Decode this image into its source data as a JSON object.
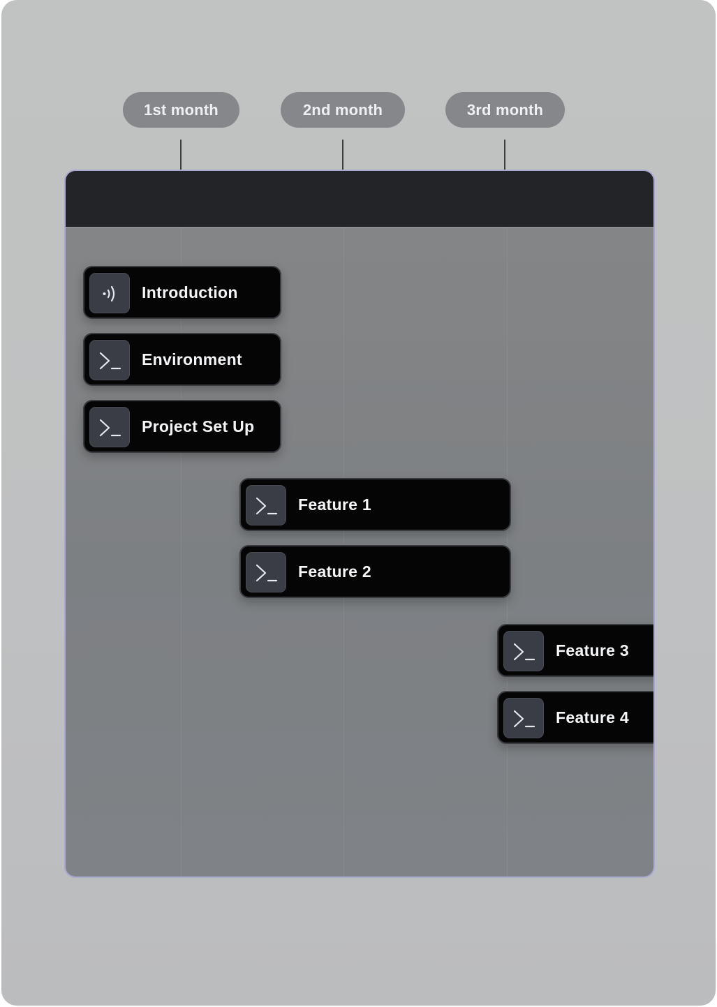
{
  "timeline": {
    "months": [
      "1st month",
      "2nd month",
      "3rd month"
    ]
  },
  "tasks": [
    {
      "label": "Introduction",
      "icon": "broadcast-icon"
    },
    {
      "label": "Environment",
      "icon": "terminal-icon"
    },
    {
      "label": "Project Set Up",
      "icon": "terminal-icon"
    },
    {
      "label": "Feature 1",
      "icon": "terminal-icon"
    },
    {
      "label": "Feature 2",
      "icon": "terminal-icon"
    },
    {
      "label": "Feature 3",
      "icon": "terminal-icon"
    },
    {
      "label": "Feature 4",
      "icon": "terminal-icon"
    }
  ],
  "colors": {
    "task_background": "#050505",
    "board_header": "#232428",
    "month_pill": "#85878b",
    "board_outline": "#a9a9d2"
  }
}
